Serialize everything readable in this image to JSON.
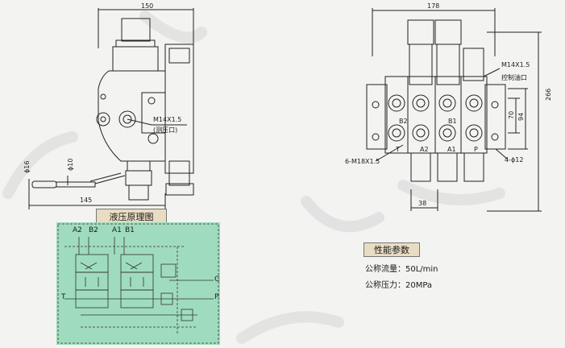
{
  "left_view": {
    "dims": {
      "width_top": "150",
      "len_bottom": "145",
      "dia_16": "ϕ16",
      "dia_10": "ϕ10"
    },
    "thread_label": "M14X1.5",
    "port_label": "(测压口)"
  },
  "schematic": {
    "title": "液压原理图",
    "ports_top": [
      "A2",
      "B2",
      "A1",
      "B1"
    ],
    "port_T": "T",
    "port_P": "P",
    "port_C": "C"
  },
  "right_view": {
    "dims": {
      "width_top": "178",
      "height_266": "266",
      "h70": "70",
      "h94": "94",
      "bottom_38": "38"
    },
    "thread_label": "M14X1.5",
    "control_port": "控制油口",
    "side_thread": "6-M18X1.5",
    "holes": "4-ϕ12",
    "ports": [
      "B2",
      "B1",
      "T",
      "A2",
      "A1",
      "P"
    ]
  },
  "performance": {
    "title": "性能参数",
    "flow": "公称流量：50L/min",
    "pressure": "公称压力：20MPa"
  }
}
